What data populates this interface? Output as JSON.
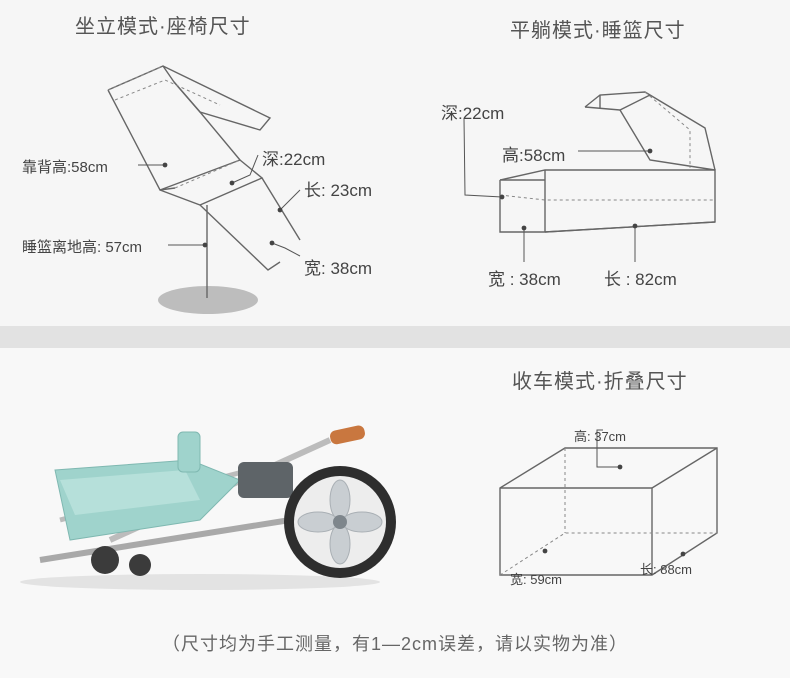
{
  "sections": {
    "sitting": {
      "title": "坐立模式·座椅尺寸",
      "labels": {
        "backrest": "靠背高:58cm",
        "depth": "深:22cm",
        "length": "长: 23cm",
        "ground": "睡篮离地高: 57cm",
        "width": "宽: 38cm"
      }
    },
    "lying": {
      "title": "平躺模式·睡篮尺寸",
      "labels": {
        "depth": "深:22cm",
        "height": "高:58cm",
        "width": "宽 : 38cm",
        "length": "长 : 82cm"
      }
    },
    "folded": {
      "title": "收车模式·折叠尺寸",
      "labels": {
        "height": "高: 37cm",
        "width": "宽: 59cm",
        "length": "长: 88cm"
      }
    }
  },
  "footnote": "（尺寸均为手工测量，有1—2cm误差，请以实物为准）",
  "colors": {
    "stroller_body": "#9fd3cc",
    "handle": "#c9773f",
    "wheel": "#333333"
  }
}
